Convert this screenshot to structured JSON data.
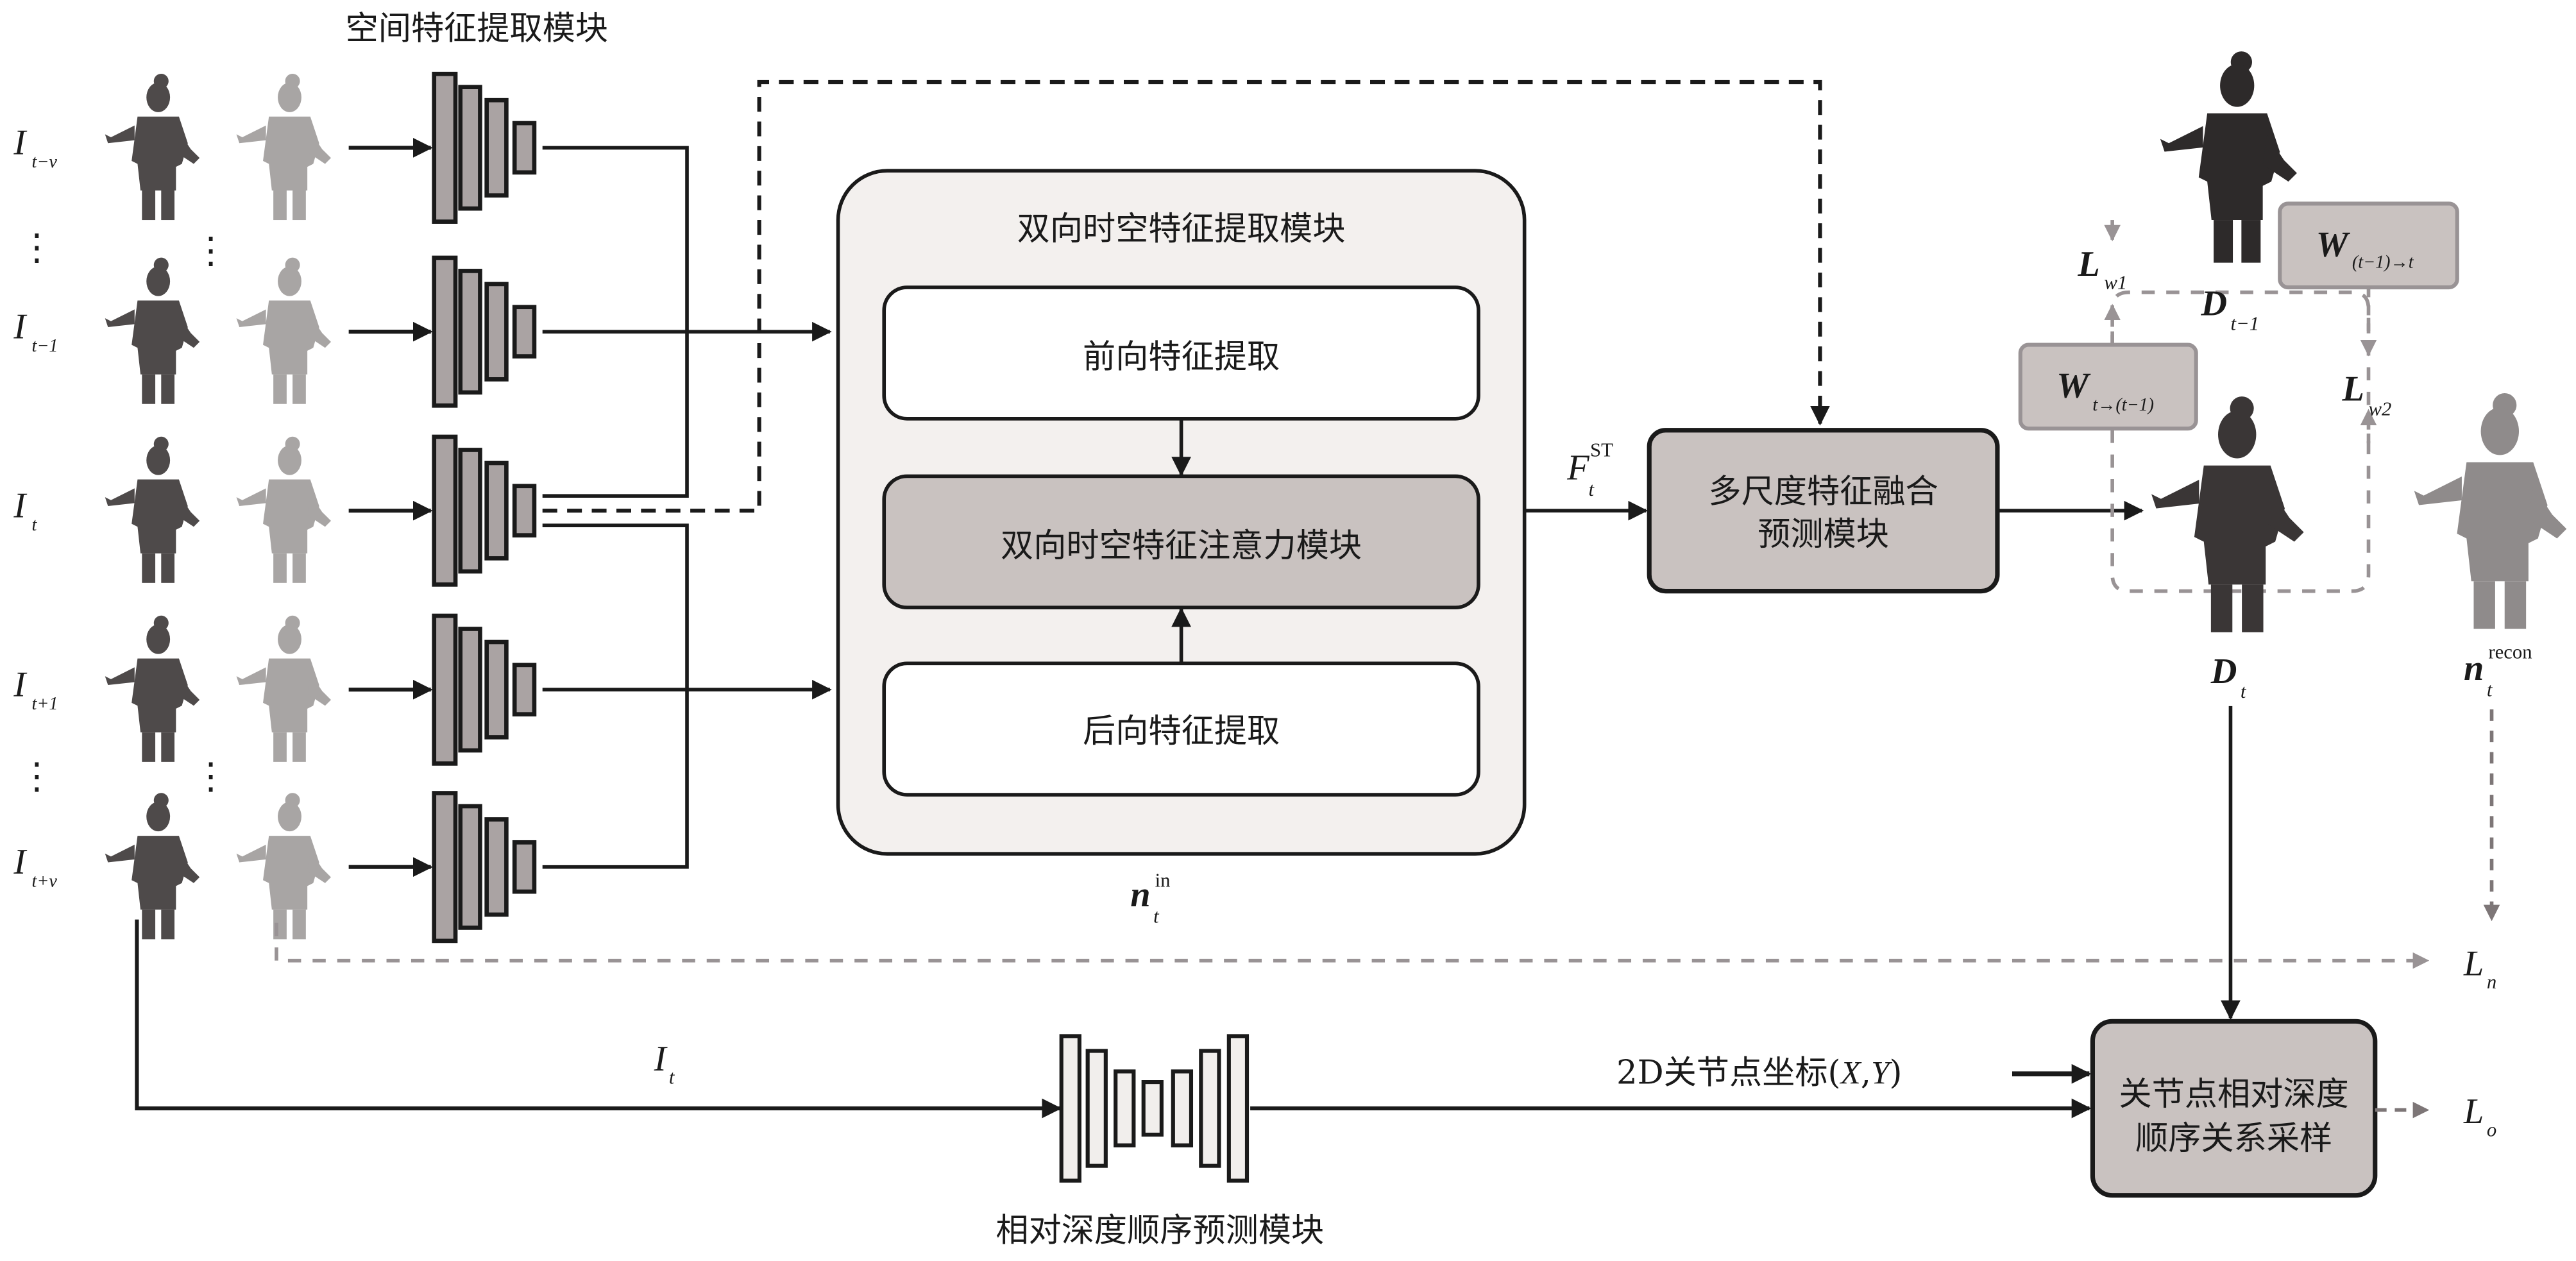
{
  "colors": {
    "ink": "#1a1a1a",
    "block_fill": "#c9c2c0",
    "panel_fill": "#f3f0ee",
    "inner_fill": "#ffffff",
    "encoder_fill": "#aaa3a3",
    "dashed_gray": "#999395",
    "warp_fill": "#c9c2c0",
    "warp_stroke": "#999395",
    "decoder_fill": "#f1eeec",
    "rgb_figure": "#4e4a4a",
    "normal_figure": "#a8a5a4",
    "depth_figure": "#2d2a2a"
  },
  "spatial_module_title": "空间特征提取模块",
  "input_frames": [
    {
      "label_main": "I",
      "label_sub": "t−v"
    },
    {
      "label_main": "I",
      "label_sub": "t−1"
    },
    {
      "label_main": "I",
      "label_sub": "t"
    },
    {
      "label_main": "I",
      "label_sub": "t+1"
    },
    {
      "label_main": "I",
      "label_sub": "t+v"
    }
  ],
  "ellipsis": "⋮",
  "bidirectional_module": {
    "title": "双向时空特征提取模块",
    "forward_label": "前向特征提取",
    "attention_label": "双向时空特征注意力模块",
    "backward_label": "后向特征提取"
  },
  "fusion_input_label": {
    "main": "F",
    "sub": "t",
    "sup": "ST"
  },
  "fusion_module": {
    "line1": "多尺度特征融合",
    "line2": "预测模块"
  },
  "depth_prev_label": {
    "main": "D",
    "sub": "t−1"
  },
  "depth_curr_label": {
    "main": "D",
    "sub": "t"
  },
  "warp_backward": {
    "main": "W",
    "sub": "t→(t−1)"
  },
  "warp_forward": {
    "main": "W",
    "sub": "(t−1)→t"
  },
  "loss_w1": {
    "main": "L",
    "sub": "w1"
  },
  "loss_w2": {
    "main": "L",
    "sub": "w2"
  },
  "normal_recon_label": {
    "main": "n",
    "sub": "t",
    "sup": "recon"
  },
  "normal_in_label": {
    "main": "n",
    "sub": "t",
    "sup": "in"
  },
  "loss_n": {
    "main": "L",
    "sub": "n"
  },
  "loss_o": {
    "main": "L",
    "sub": "o"
  },
  "it_label": {
    "main": "I",
    "sub": "t"
  },
  "keypoints_label": {
    "prefix": "2D关节点坐标(",
    "x": "X",
    "comma": ",",
    "y": "Y",
    "suffix": ")"
  },
  "ordinal_module_title": "相对深度顺序预测模块",
  "sampling_module": {
    "line1": "关节点相对深度",
    "line2": "顺序关系采样"
  }
}
